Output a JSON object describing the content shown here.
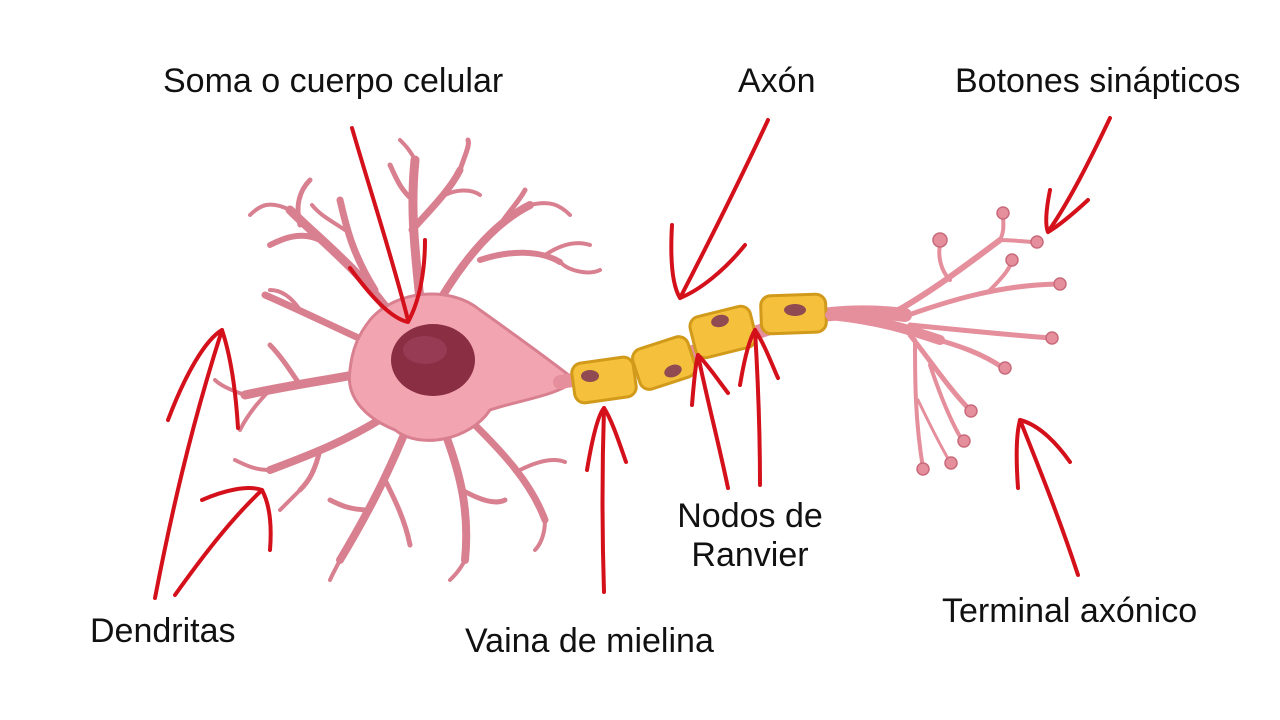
{
  "labels": {
    "soma": "Soma o cuerpo celular",
    "axon": "Axón",
    "botones": "Botones sinápticos",
    "dendritas": "Dendritas",
    "vaina": "Vaina de mielina",
    "nodos_line1": "Nodos de",
    "nodos_line2": "Ranvier",
    "terminal": "Terminal axónico"
  },
  "colors": {
    "background": "#ffffff",
    "neuron_fill": "#f2a4b0",
    "neuron_stroke": "#c0606e",
    "nucleus": "#8a2e44",
    "myelin_fill": "#f5c13c",
    "myelin_stroke": "#d19a1a",
    "schwann_nucleus": "#8f4a52",
    "arrow": "#d4101b",
    "text": "#111111"
  }
}
